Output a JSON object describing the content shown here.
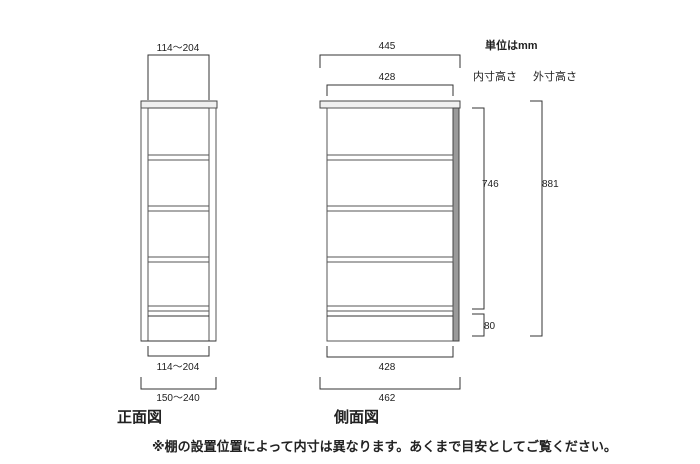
{
  "unit_label": "単位はmm",
  "header_inner_height": "内寸高さ",
  "header_outer_height": "外寸高さ",
  "front_view": {
    "title": "正面図",
    "top_width": "114〜204",
    "inner_width": "114〜204",
    "outer_width": "150〜240"
  },
  "side_view": {
    "title": "側面図",
    "top_depth": "445",
    "inner_depth_top": "428",
    "inner_depth_bottom": "428",
    "outer_depth": "462",
    "inner_height": "746",
    "outer_height": "881",
    "base_height": "80"
  },
  "footnote": "※棚の設置位置によって内寸は異なります。あくまで目安としてご覧ください。"
}
